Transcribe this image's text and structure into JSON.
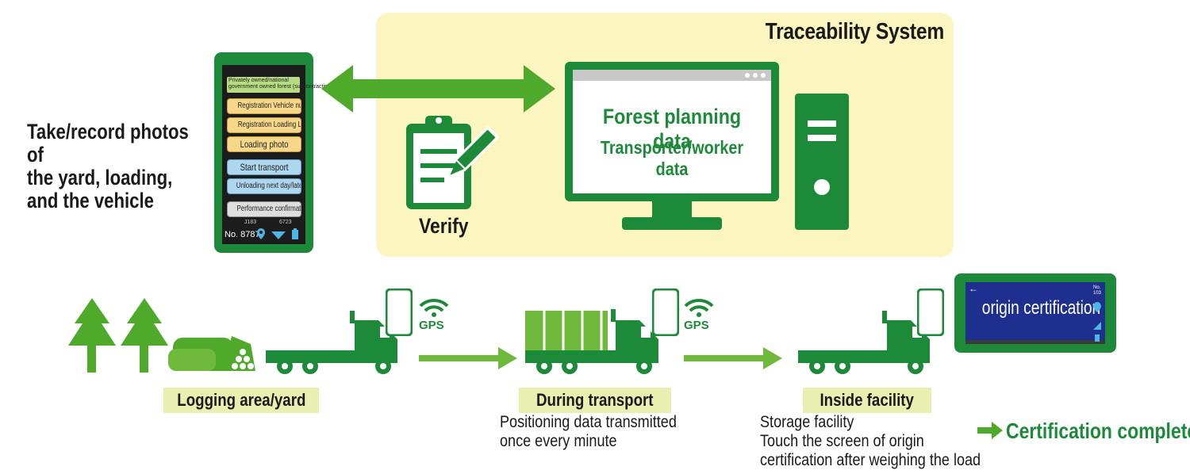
{
  "system": {
    "title": "Traceability System"
  },
  "left_caption": {
    "line1": "Take/record photos of",
    "line2": "the yard, loading,",
    "line3": "and the vehicle"
  },
  "verify": "Verify",
  "phone": {
    "header_line1": "Privately owned/national",
    "header_line2": "government owned forest (subcontracting, etc.)",
    "buttons": [
      "Registration Vehicle number",
      "Registration Loading Lumber",
      "Loading photo",
      "Start transport",
      "Unloading next day/later",
      "Performance confirmation"
    ],
    "small_left": "J183",
    "small_right": "6723",
    "number": "No. 8787"
  },
  "monitor": {
    "line1": "Forest planning data",
    "line2": "Transporter/worker data"
  },
  "stages": [
    {
      "label": "Logging area/yard",
      "desc": []
    },
    {
      "label": "During transport",
      "desc": [
        "Positioning data transmitted",
        "once every minute"
      ]
    },
    {
      "label": "Inside facility",
      "desc": [
        "Storage facility",
        "Touch the screen of origin",
        "certification after weighing the load"
      ]
    }
  ],
  "gps_label": "GPS",
  "tablet": {
    "text": "origin certification",
    "number_label": "No.",
    "number": "103"
  },
  "certification_complete": "Certification complete",
  "colors": {
    "green": "#1d8a3a",
    "light_green": "#6fb93c",
    "panel": "#fbf6bf",
    "label_bg": "#e9efb0",
    "tablet_screen": "#1f2f8f"
  }
}
